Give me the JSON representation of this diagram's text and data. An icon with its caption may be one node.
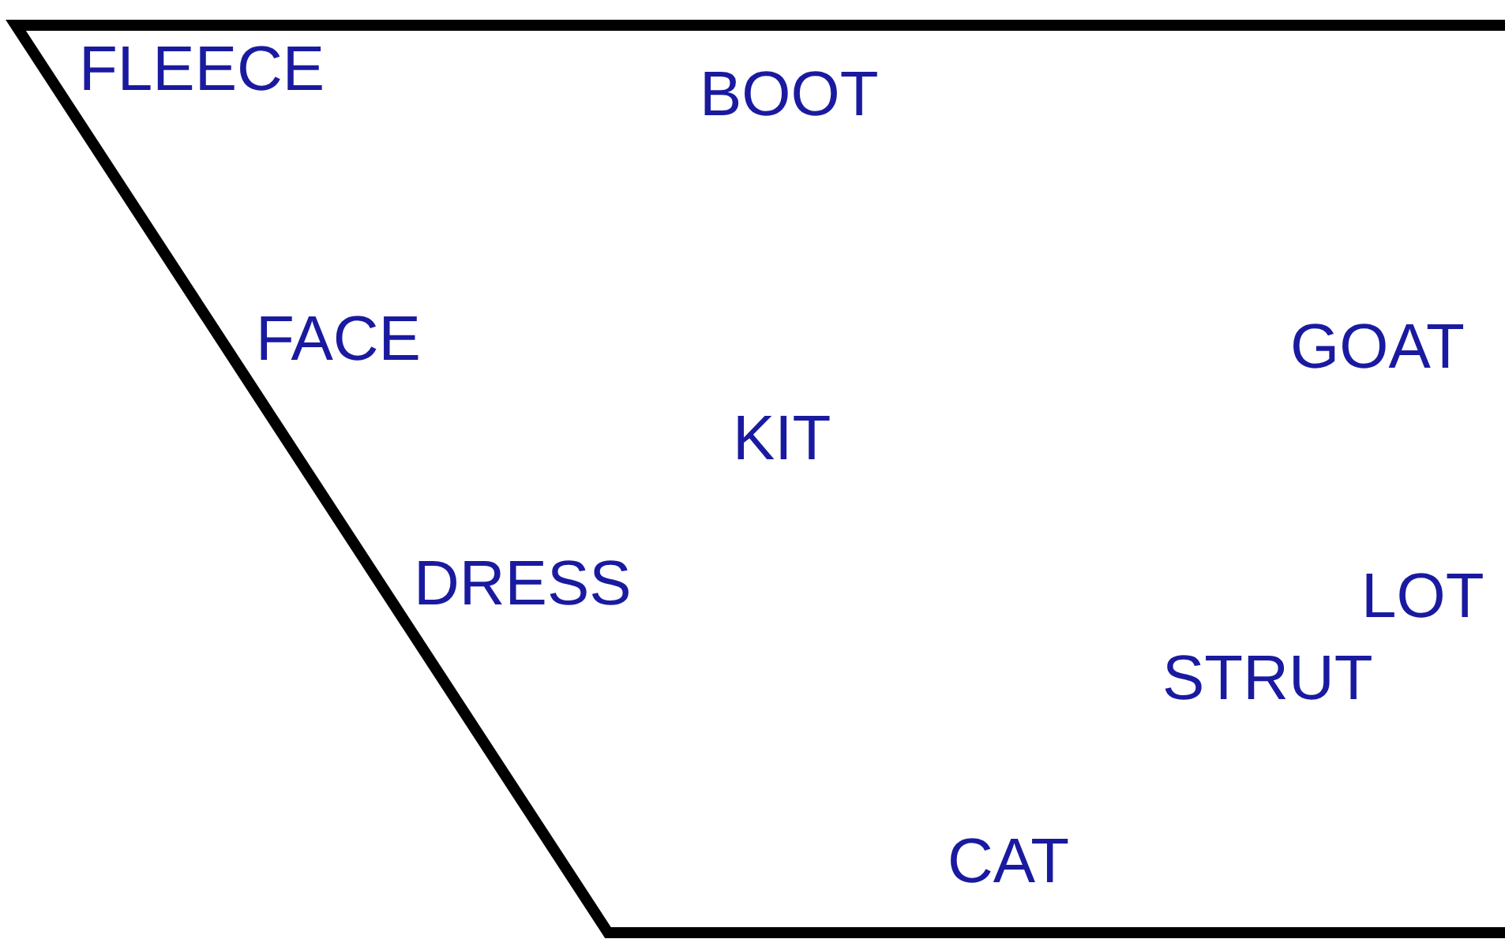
{
  "diagram": {
    "labels": [
      "FLEECE",
      "BOOT",
      "FACE",
      "GOAT",
      "KIT",
      "DRESS",
      "LOT",
      "STRUT",
      "CAT"
    ]
  }
}
